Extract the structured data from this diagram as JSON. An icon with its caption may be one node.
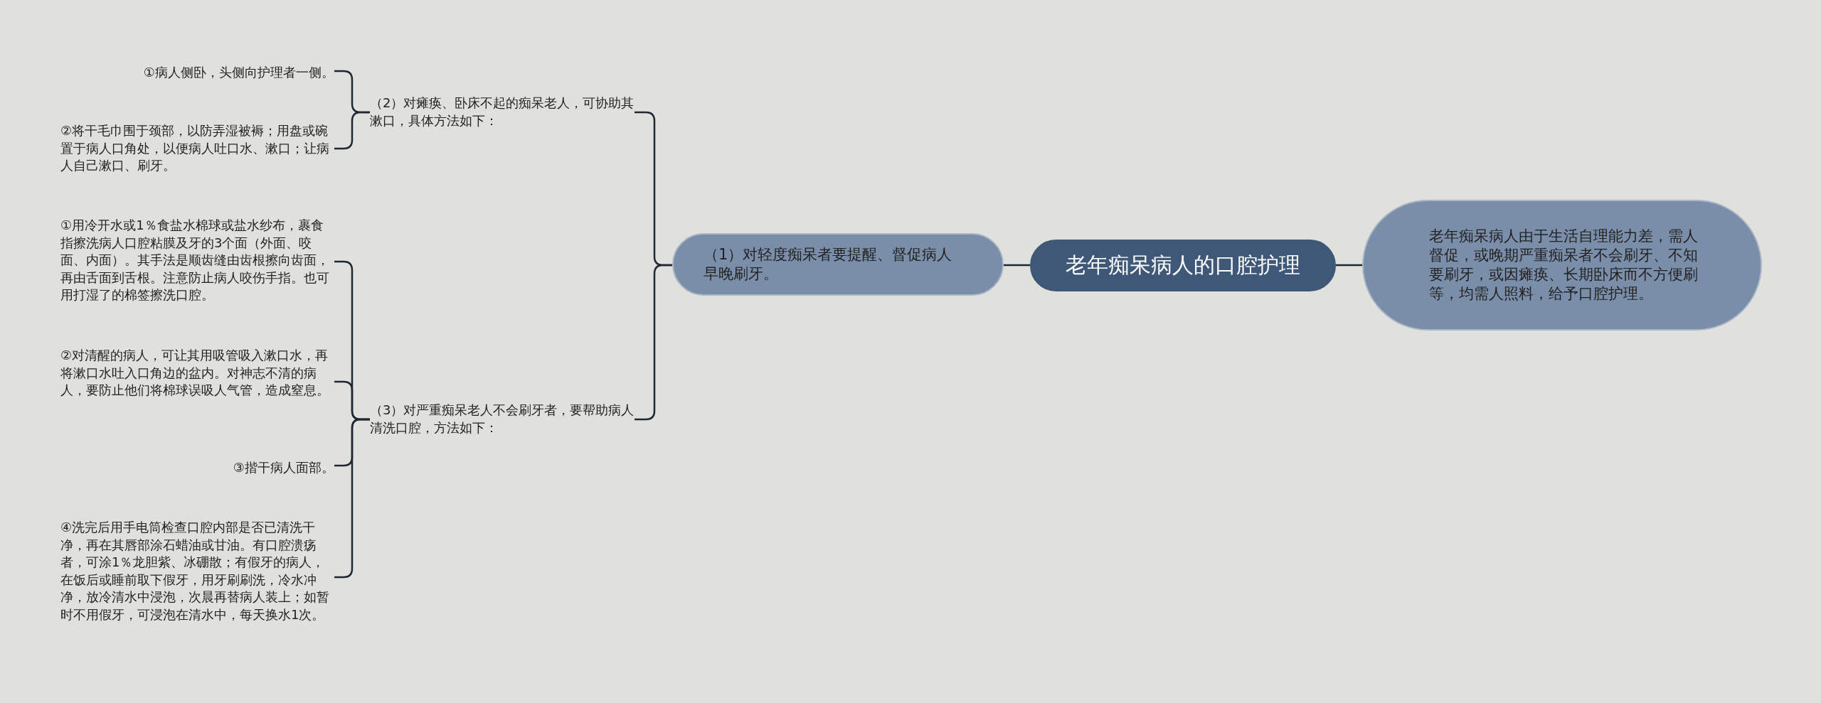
{
  "diagram": {
    "nodes": [
      {
        "text": [
          "老年痴呆病人的口腔护理"
        ]
      },
      {
        "text": [
          "老年痴呆病人由于生活自理能力差，需人督促，或晚期严重痴呆者不会刷牙、不知要刷牙，或因瘫痪、长期卧床而不方便刷等，均需人照料，给予口腔护理。"
        ]
      },
      {
        "text": [
          "（1）对轻度痴呆者要提醒、督促病人早晚刷牙。"
        ]
      },
      {
        "text": [
          "（2）对瘫痪、卧床不起的痴呆老人，可协助其漱口，具体方法如下："
        ]
      },
      {
        "text": [
          "（3）对严重痴呆老人不会刷牙者，要帮助病人清洗口腔，方法如下："
        ]
      },
      {
        "text": [
          "①病人侧卧，头侧向护理者一侧。"
        ]
      },
      {
        "text": [
          "②将干毛巾围于颈部，以防弄湿被褥；用盘或碗置于病人口角处，以便病人吐口水、漱口；让病人自己漱口、刷牙。"
        ]
      },
      {
        "text": [
          "①用冷开水或1％食盐水棉球或盐水纱布，裹食指擦洗病人口腔粘膜及牙的3个面（外面、咬面、内面）。其手法是顺齿缝由齿根擦向齿面，再由舌面到舌根。注意防止病人咬伤手指。也可用打湿了的棉签擦洗口腔。"
        ]
      },
      {
        "text": [
          "②对清醒的病人，可让其用吸管吸入漱口水，再将漱口水吐入口角边的盆内。对神志不清的病人，要防止他们将棉球误吸人气管，造成窒息。"
        ]
      },
      {
        "text": [
          "③揩干病人面部。"
        ]
      },
      {
        "text": [
          "④洗完后用手电筒检查口腔内部是否已清洗干净，再在其唇部涂石蜡油或甘油。有口腔溃疡者，可涂1％龙胆紫、冰硼散；有假牙的病人，在饭后或睡前取下假牙，用牙刷刷洗，冷水冲净，放冷清水中浸泡，次晨再替病人装上；如暂时不用假牙，可浸泡在清水中，每天换水1次。"
        ]
      }
    ],
    "edges": [
      {
        "from": 0,
        "to": 1,
        "arrow": "none"
      },
      {
        "from": 0,
        "to": 2,
        "arrow": "none"
      },
      {
        "from": 2,
        "to": 3,
        "arrow": "none"
      },
      {
        "from": 2,
        "to": 4,
        "arrow": "none"
      },
      {
        "from": 3,
        "to": 5,
        "arrow": "none"
      },
      {
        "from": 3,
        "to": 6,
        "arrow": "none"
      },
      {
        "from": 4,
        "to": 7,
        "arrow": "none"
      },
      {
        "from": 4,
        "to": 8,
        "arrow": "none"
      },
      {
        "from": 4,
        "to": 9,
        "arrow": "none"
      },
      {
        "from": 4,
        "to": 10,
        "arrow": "none"
      }
    ]
  }
}
